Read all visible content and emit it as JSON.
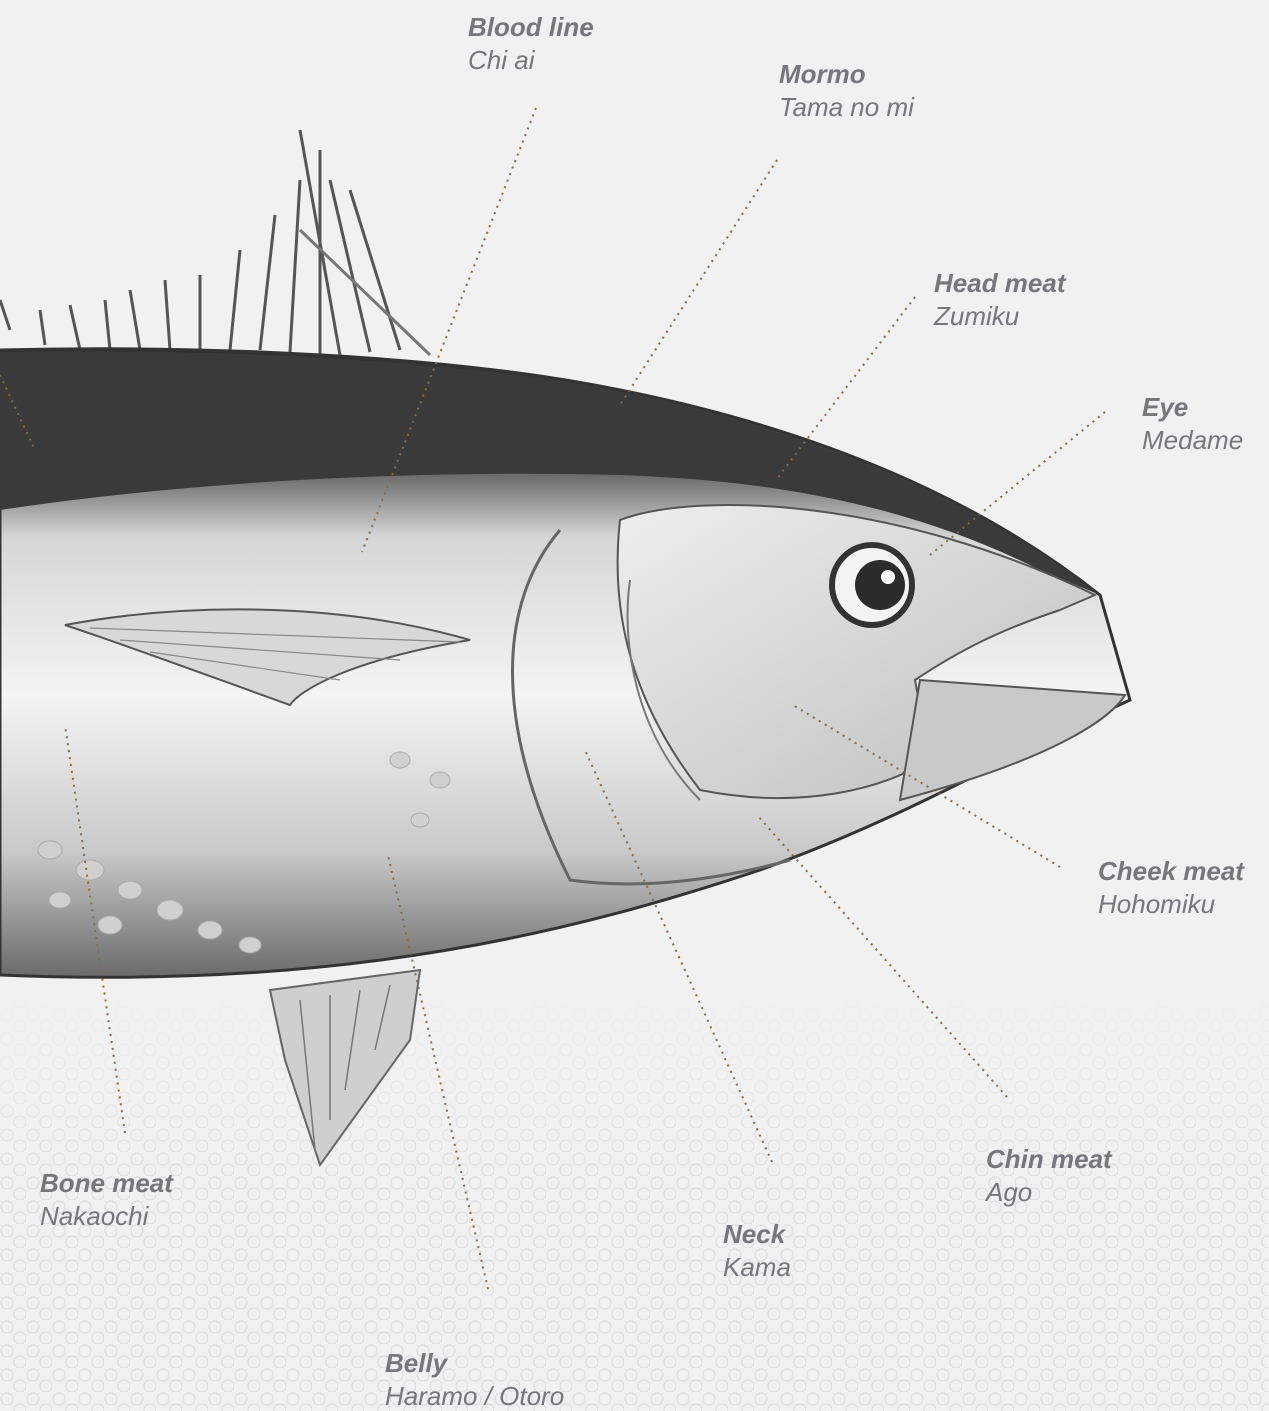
{
  "labels": {
    "blood_line": {
      "name": "Blood line",
      "jp": "Chi ai"
    },
    "mormo": {
      "name": "Mormo",
      "jp": "Tama no mi"
    },
    "head_meat": {
      "name": "Head meat",
      "jp": "Zumiku"
    },
    "eye": {
      "name": "Eye",
      "jp": "Medame"
    },
    "cheek_meat": {
      "name": "Cheek meat",
      "jp": "Hohomiku"
    },
    "chin_meat": {
      "name": "Chin meat",
      "jp": "Ago"
    },
    "neck": {
      "name": "Neck",
      "jp": "Kama"
    },
    "belly": {
      "name": "Belly",
      "jp": "Haramo / Otoro"
    },
    "bone_meat": {
      "name": "Bone meat",
      "jp": "Nakaochi"
    }
  },
  "colors": {
    "background": "#f1f1f2",
    "label_text": "#76767d",
    "leader_line": "#8a6a3c",
    "fish_dark": "#3f3f3f",
    "fish_light": "#e6e6e6"
  }
}
